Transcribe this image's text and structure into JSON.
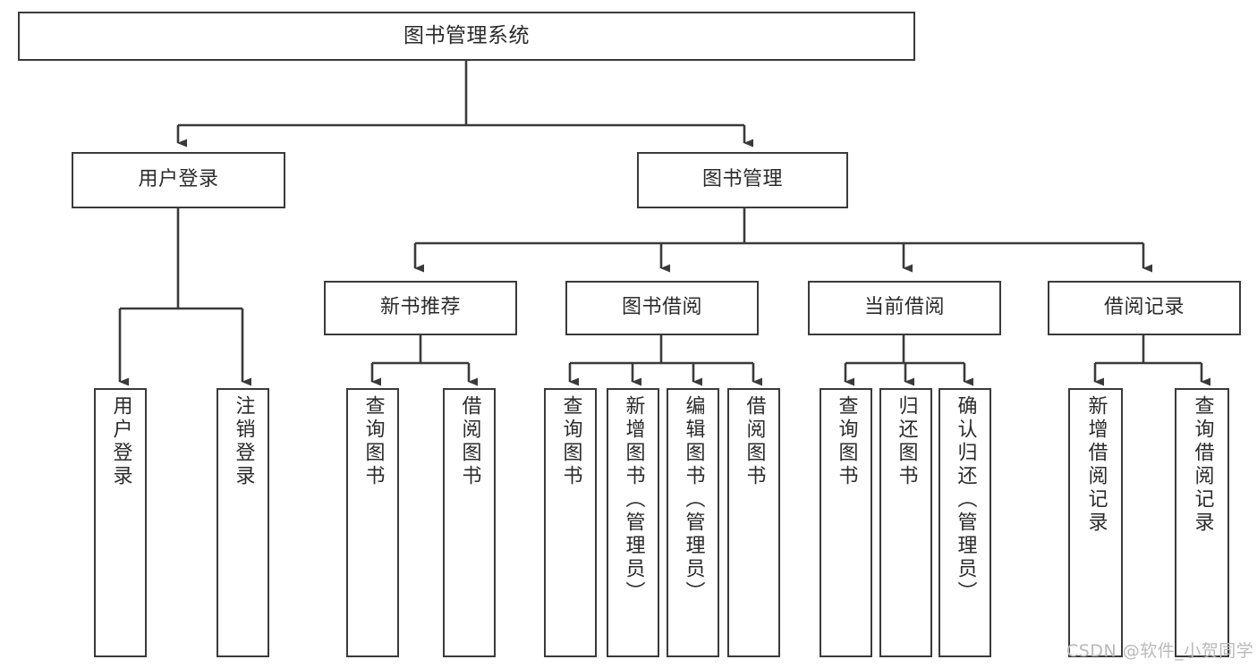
{
  "diagram": {
    "title": "图书管理系统",
    "type": "tree-hierarchy-chart",
    "stroke_color": "#3a3a3a",
    "background_color": "#ffffff",
    "nodes": {
      "root": {
        "label": "图书管理系统"
      },
      "level1": [
        {
          "id": "user-login",
          "label": "用户登录"
        },
        {
          "id": "book-management",
          "label": "图书管理"
        }
      ],
      "level2": [
        {
          "id": "new-book-recommend",
          "label": "新书推荐"
        },
        {
          "id": "book-borrow",
          "label": "图书借阅"
        },
        {
          "id": "current-borrow",
          "label": "当前借阅"
        },
        {
          "id": "borrow-record",
          "label": "借阅记录"
        }
      ],
      "leaves": [
        {
          "id": "leaf-user-login",
          "label": "用户登录"
        },
        {
          "id": "leaf-logout-login",
          "label": "注销登录"
        },
        {
          "id": "leaf-query-book-1",
          "label": "查询图书"
        },
        {
          "id": "leaf-borrow-book-1",
          "label": "借阅图书"
        },
        {
          "id": "leaf-query-book-2",
          "label": "查询图书"
        },
        {
          "id": "leaf-add-book",
          "label": "新增图书（管理员）"
        },
        {
          "id": "leaf-edit-book",
          "label": "编辑图书（管理员）"
        },
        {
          "id": "leaf-borrow-book-2",
          "label": "借阅图书"
        },
        {
          "id": "leaf-query-book-3",
          "label": "查询图书"
        },
        {
          "id": "leaf-return-book",
          "label": "归还图书"
        },
        {
          "id": "leaf-confirm-return",
          "label": "确认归还（管理员）"
        },
        {
          "id": "leaf-add-record",
          "label": "新增借阅记录"
        },
        {
          "id": "leaf-query-record",
          "label": "查询借阅记录"
        }
      ]
    }
  },
  "watermark": {
    "text": "CSDN @软件_小贺同学"
  }
}
